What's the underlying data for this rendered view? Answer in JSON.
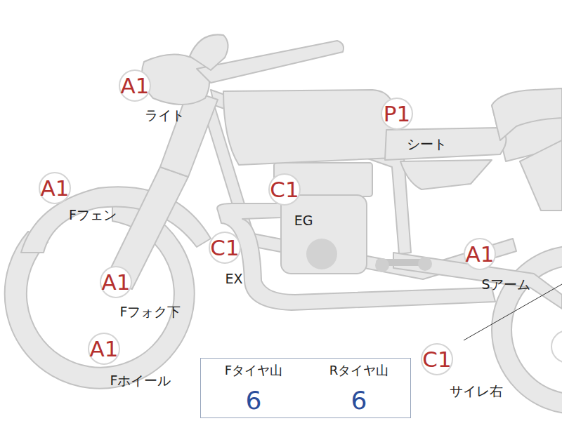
{
  "diagram": {
    "nodes": [
      {
        "text": [
          "A1",
          "ライト"
        ]
      },
      {
        "text": [
          "P1",
          "シート"
        ]
      },
      {
        "text": [
          "A1",
          "Fフェン"
        ]
      },
      {
        "text": [
          "C1",
          "EG"
        ]
      },
      {
        "text": [
          "C1",
          "EX"
        ]
      },
      {
        "text": [
          "A1",
          "Sアーム"
        ]
      },
      {
        "text": [
          "A1",
          "Fフォク下"
        ]
      },
      {
        "text": [
          "A1",
          "Fホイール"
        ]
      },
      {
        "text": [
          "C1",
          "サイレ右"
        ]
      }
    ],
    "labels": [
      "Fタイヤ山",
      "Rタイヤ山",
      "6",
      "6"
    ]
  }
}
